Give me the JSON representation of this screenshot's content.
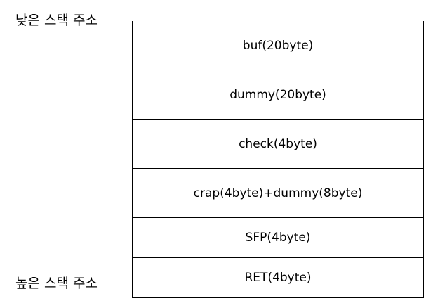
{
  "labels": {
    "low": "낮은 스택 주소",
    "high": "높은 스택 주소"
  },
  "stack": {
    "cells": [
      "buf(20byte)",
      "dummy(20byte)",
      "check(4byte)",
      "crap(4byte)+dummy(8byte)",
      "SFP(4byte)",
      "RET(4byte)"
    ]
  }
}
